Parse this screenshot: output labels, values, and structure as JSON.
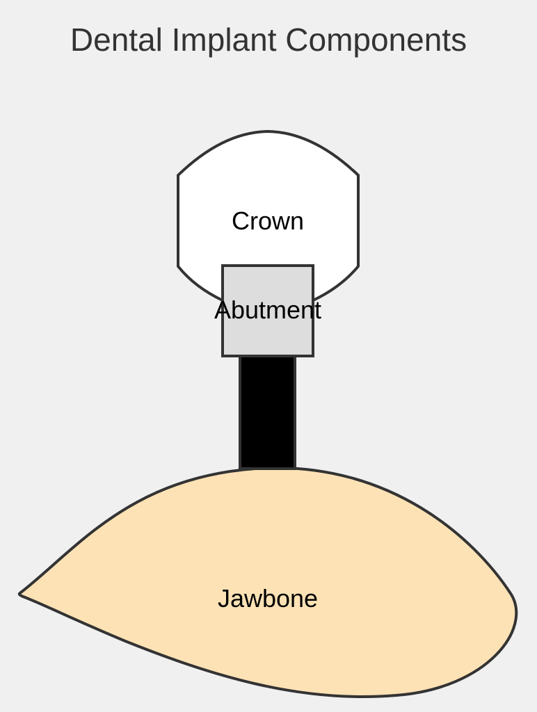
{
  "diagram": {
    "title": "Dental Implant Components",
    "components": {
      "crown": {
        "label": "Crown",
        "fill": "#ffffff"
      },
      "abutment": {
        "label": "Abutment",
        "fill": "#dddddd"
      },
      "implant_post": {
        "fill": "#000000"
      },
      "jawbone": {
        "label": "Jawbone",
        "fill": "#fde2b5"
      }
    },
    "colors": {
      "background": "#f0f0f0",
      "stroke": "#333333",
      "title": "#333333",
      "label": "#000000"
    }
  }
}
